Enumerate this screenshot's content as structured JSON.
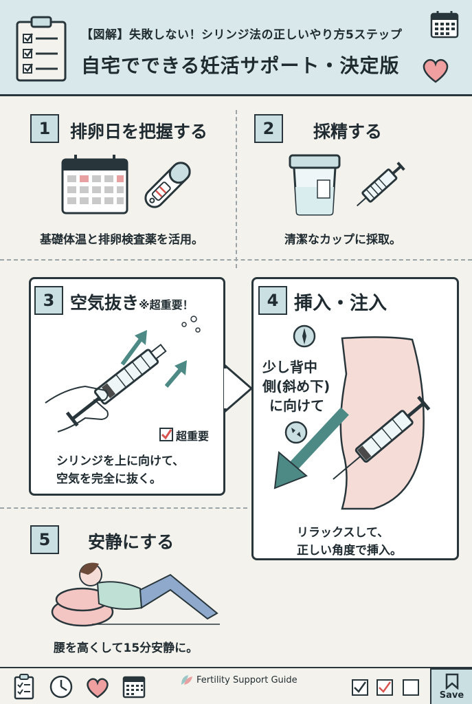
{
  "header": {
    "title_top": "【図解】失敗しない！シリンジ法の正しいやり方5ステップ",
    "title_main": "自宅でできる妊活サポート・決定版"
  },
  "steps": [
    {
      "num": "1",
      "title": "排卵日を把握する",
      "caption": "基礎体温と排卵検査薬を活用。"
    },
    {
      "num": "2",
      "title": "採精する",
      "caption": "清潔なカップに採取。"
    },
    {
      "num": "3",
      "title": "空気抜き",
      "title_note": "※超重要！",
      "badge": "超重要",
      "caption_line1": "シリンジを上に向けて、",
      "caption_line2": "空気を完全に抜く。"
    },
    {
      "num": "4",
      "title": "挿入・注入",
      "direction_line1": "少し背中",
      "direction_line2": "側(斜め下)",
      "direction_line3": "に向けて",
      "caption_line1": "リラックスして、",
      "caption_line2": "正しい角度で挿入。"
    },
    {
      "num": "5",
      "title": "安静にする",
      "caption": "腰を高くして15分安静に。"
    }
  ],
  "footer": {
    "brand": "Fertility Support Guide",
    "save_label": "Save"
  },
  "colors": {
    "header_bg": "#d9e8ea",
    "accent_teal": "#c9dfe2",
    "accent_pink": "#e8a0a0",
    "ink": "#28363b"
  }
}
